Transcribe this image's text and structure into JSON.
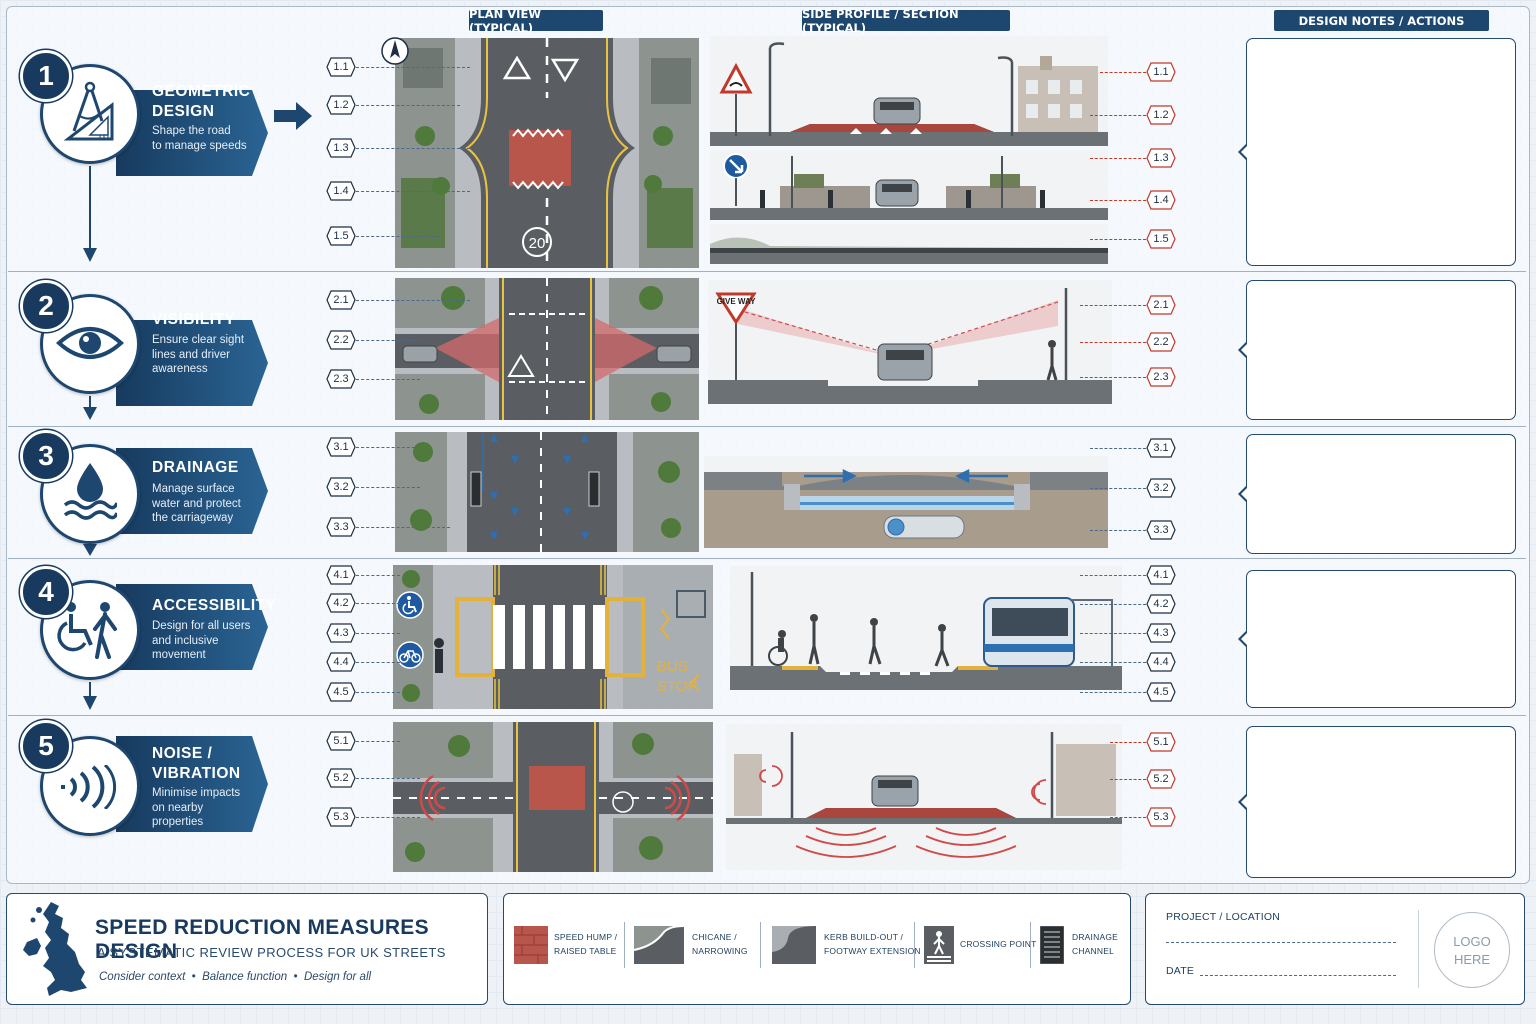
{
  "column_headers": {
    "plan": "PLAN VIEW (TYPICAL)",
    "section": "SIDE PROFILE / SECTION (TYPICAL)",
    "notes": "DESIGN NOTES / ACTIONS"
  },
  "categories": [
    {
      "number": "1",
      "title_line1": "GEOMETRIC",
      "title_line2": "DESIGN",
      "sub_line1": "Shape the road",
      "sub_line2": "to manage speeds",
      "sub_line3": "",
      "icon": "compass-set-square-icon",
      "plan_labels": [
        "1.1",
        "1.2",
        "1.3",
        "1.4",
        "1.5"
      ],
      "section_labels": [
        "1.1",
        "1.2",
        "1.3",
        "1.4",
        "1.5"
      ],
      "speed_sign": "20"
    },
    {
      "number": "2",
      "title_line1": "VISIBILITY",
      "title_line2": "",
      "sub_line1": "Ensure clear sight",
      "sub_line2": "lines and driver",
      "sub_line3": "awareness",
      "icon": "eye-icon",
      "plan_labels": [
        "2.1",
        "2.2",
        "2.3"
      ],
      "section_labels": [
        "2.1",
        "2.2",
        "2.3"
      ],
      "give_way_sign": "GIVE WAY"
    },
    {
      "number": "3",
      "title_line1": "DRAINAGE",
      "title_line2": "",
      "sub_line1": "Manage surface",
      "sub_line2": "water and protect",
      "sub_line3": "the carriageway",
      "icon": "water-drop-icon",
      "plan_labels": [
        "3.1",
        "3.2",
        "3.3"
      ],
      "section_labels": [
        "3.1",
        "3.2",
        "3.3"
      ]
    },
    {
      "number": "4",
      "title_line1": "ACCESSIBILITY",
      "title_line2": "",
      "sub_line1": "Design for all users",
      "sub_line2": "and inclusive",
      "sub_line3": "movement",
      "icon": "wheelchair-pedestrian-icon",
      "plan_labels": [
        "4.1",
        "4.2",
        "4.3",
        "4.4",
        "4.5"
      ],
      "section_labels": [
        "4.1",
        "4.2",
        "4.3",
        "4.4",
        "4.5"
      ],
      "bus_stop_line1": "BUS",
      "bus_stop_line2": "STOP"
    },
    {
      "number": "5",
      "title_line1": "NOISE /",
      "title_line2": "VIBRATION",
      "sub_line1": "Minimise impacts",
      "sub_line2": "on nearby",
      "sub_line3": "properties",
      "icon": "sound-wave-icon",
      "plan_labels": [
        "5.1",
        "5.2",
        "5.3"
      ],
      "section_labels": [
        "5.1",
        "5.2",
        "5.3"
      ]
    }
  ],
  "title_block": {
    "title": "SPEED REDUCTION MEASURES DESIGN",
    "subtitle": "A SYSTEMATIC REVIEW PROCESS FOR UK STREETS",
    "tagline": "Consider context  •  Balance function  •  Design for all"
  },
  "legend": [
    {
      "line1": "SPEED HUMP /",
      "line2": "RAISED TABLE",
      "icon": "speed-hump-swatch"
    },
    {
      "line1": "CHICANE /",
      "line2": "NARROWING",
      "icon": "chicane-swatch"
    },
    {
      "line1": "KERB BUILD-OUT /",
      "line2": "FOOTWAY EXTENSION",
      "icon": "kerb-build-out-swatch"
    },
    {
      "line1": "CROSSING POINT",
      "line2": "",
      "icon": "crossing-point-swatch"
    },
    {
      "line1": "DRAINAGE",
      "line2": "CHANNEL",
      "icon": "drainage-channel-swatch"
    }
  ],
  "project_block": {
    "project_label": "PROJECT / LOCATION",
    "date_label": "DATE",
    "logo_line1": "LOGO",
    "logo_line2": "HERE"
  },
  "colors": {
    "navy": "#1e4770",
    "hump_red": "#b8564c",
    "accent_blue": "#2d6fb0",
    "sight_red": "#d46a6a"
  }
}
